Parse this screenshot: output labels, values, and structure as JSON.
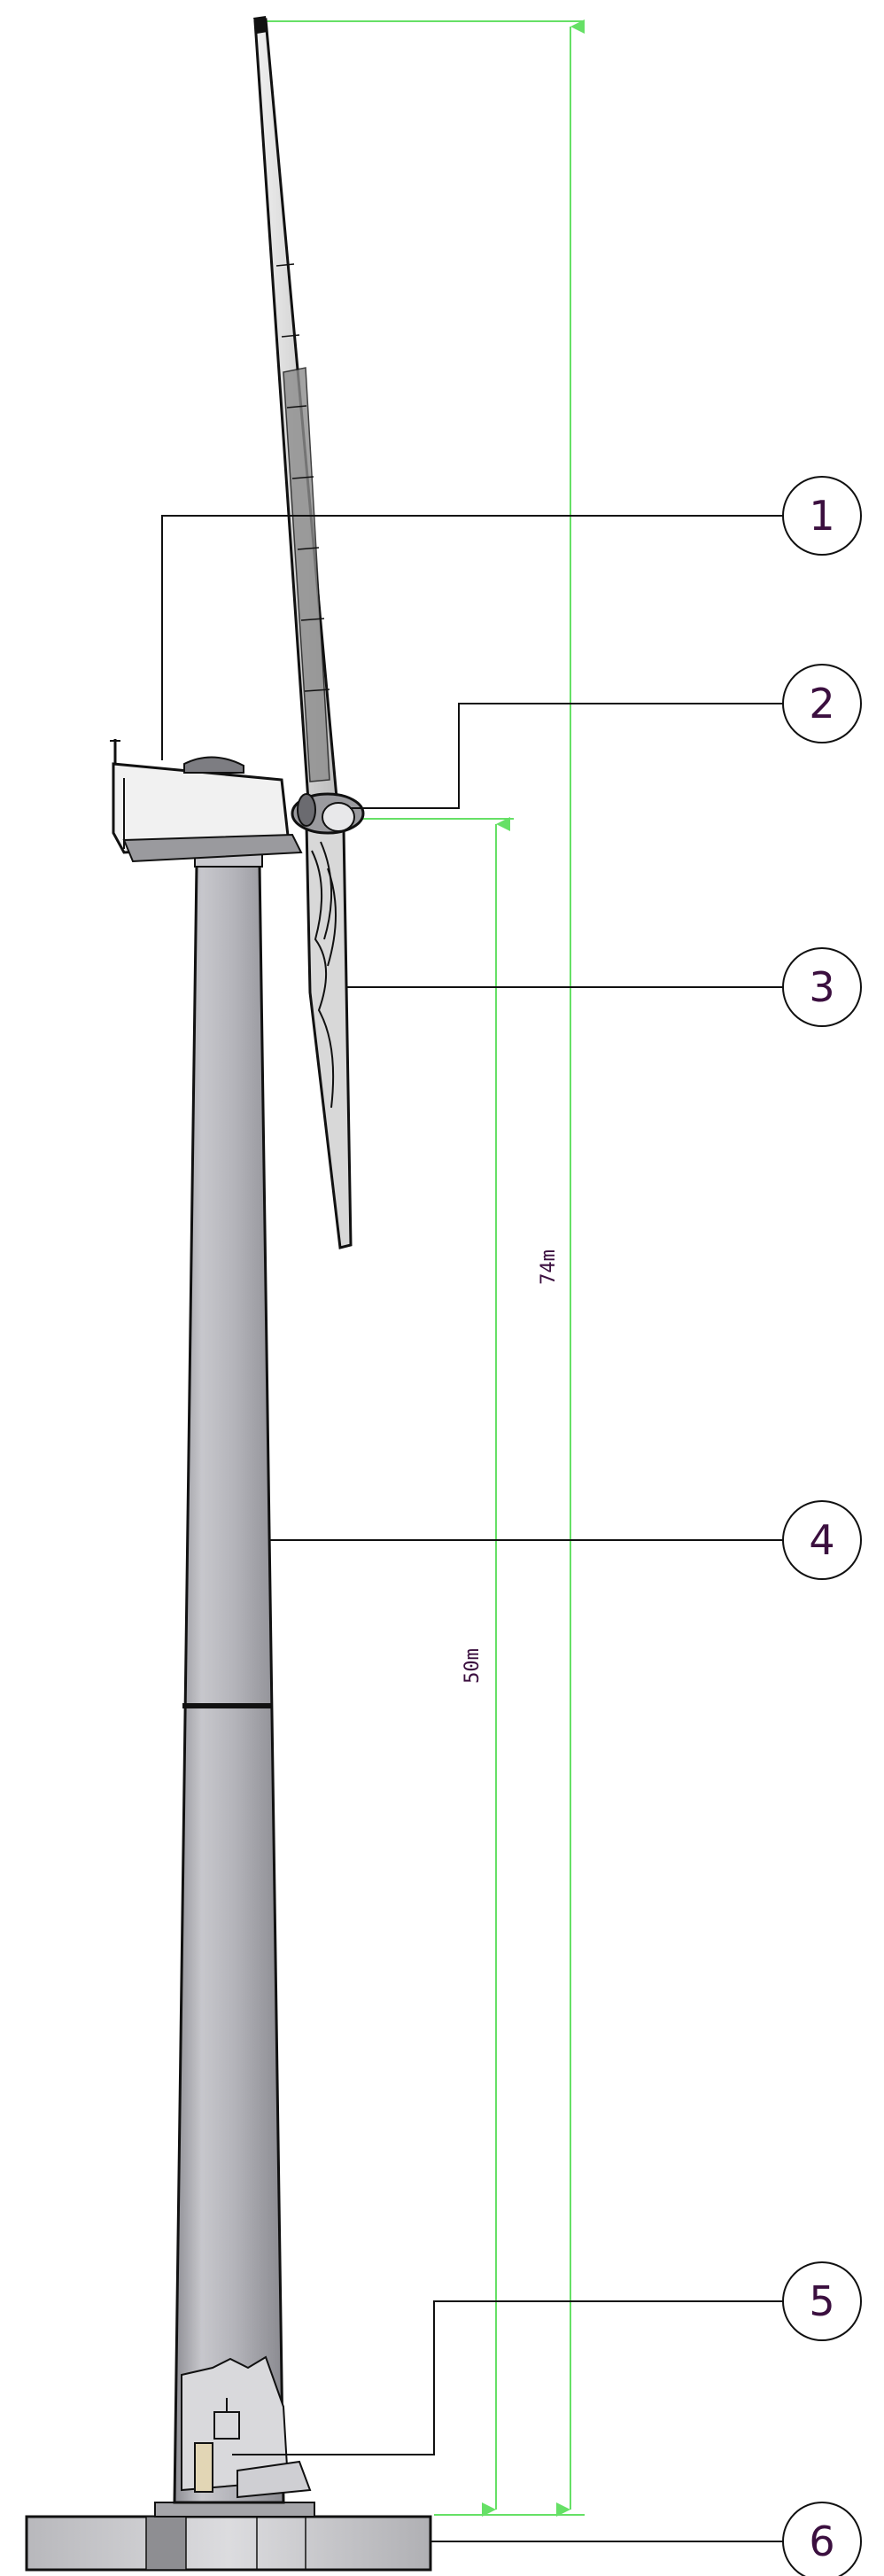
{
  "dimensions": {
    "total_height_label": "74m",
    "hub_height_label": "50m"
  },
  "callouts": [
    {
      "number": "1",
      "part": "nacelle"
    },
    {
      "number": "2",
      "part": "rotor-hub"
    },
    {
      "number": "3",
      "part": "blade"
    },
    {
      "number": "4",
      "part": "tower"
    },
    {
      "number": "5",
      "part": "tower-door"
    },
    {
      "number": "6",
      "part": "foundation"
    }
  ],
  "colors": {
    "dimension_line": "#66e066",
    "callout_text": "#3b0f3f",
    "leader_line": "#111111",
    "tower_fill": "#b9b9bf"
  }
}
